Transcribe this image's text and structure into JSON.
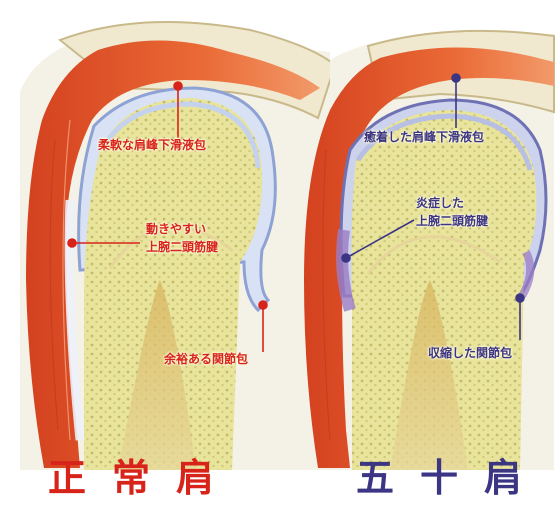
{
  "colors": {
    "normal_accent": "#d8231a",
    "frozen_accent": "#3b3584",
    "muscle": "#e2562c",
    "bone": "#e6e29a",
    "cartilage": "#c9d6f0"
  },
  "normal": {
    "title": "正常肩",
    "labels": {
      "bursa": "柔軟な肩峰下滑液包",
      "tendon_line1": "動きやすい",
      "tendon_line2": "上腕二頭筋腱",
      "capsule": "余裕ある関節包"
    }
  },
  "frozen": {
    "title": "五十肩",
    "labels": {
      "bursa": "癒着した肩峰下滑液包",
      "tendon_line1": "炎症した",
      "tendon_line2": "上腕二頭筋腱",
      "capsule": "収縮した関節包"
    }
  }
}
